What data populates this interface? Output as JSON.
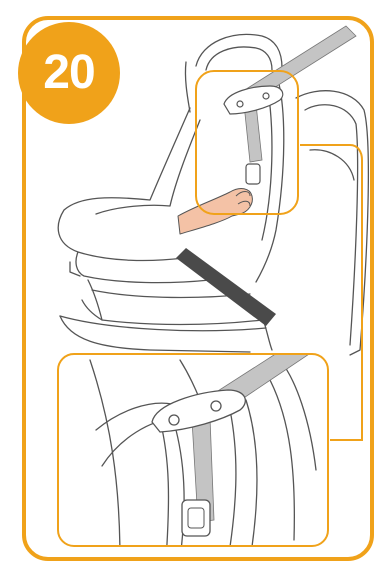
{
  "step": {
    "number": "20",
    "badge_icon": "step-number-badge"
  },
  "colors": {
    "accent": "#f0a21a",
    "line": "#555555",
    "belt": "#c4c4c4",
    "lap_belt": "#4a4a4a",
    "hand": "#f4c2a6"
  },
  "illustration": {
    "main_icon": "car-seat-belt-routing-illustration",
    "detail_icon": "belt-guide-detail-zoom"
  }
}
